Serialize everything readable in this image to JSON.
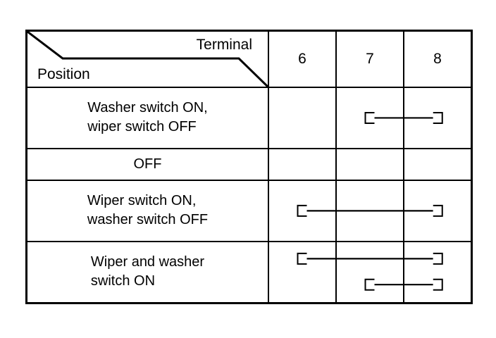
{
  "table": {
    "corner": {
      "terminal_label": "Terminal",
      "position_label": "Position"
    },
    "terminal_columns": [
      "6",
      "7",
      "8"
    ],
    "rows": [
      {
        "position": "Washer switch ON,\nwiper switch OFF",
        "single_line": false,
        "connections": [
          {
            "from": "7",
            "to": "8",
            "level": "upper"
          }
        ]
      },
      {
        "position": "OFF",
        "single_line": true,
        "connections": []
      },
      {
        "position": "Wiper switch ON,\nwasher switch OFF",
        "single_line": false,
        "connections": [
          {
            "from": "6",
            "to": "8",
            "level": "upper"
          }
        ]
      },
      {
        "position": "Wiper and washer\nswitch ON",
        "single_line": false,
        "connections": [
          {
            "from": "6",
            "to": "8",
            "level": "upper"
          },
          {
            "from": "7",
            "to": "8",
            "level": "lower"
          }
        ]
      }
    ]
  },
  "colors": {
    "line": "#000000",
    "background": "#ffffff"
  }
}
